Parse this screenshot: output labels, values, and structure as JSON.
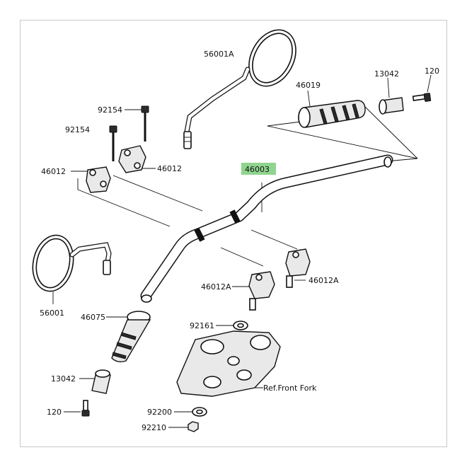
{
  "diagram": {
    "highlight_color": "#8fd48f",
    "callouts": [
      {
        "id": "c-56001A",
        "text": "56001A"
      },
      {
        "id": "c-46019",
        "text": "46019"
      },
      {
        "id": "c-13042-top",
        "text": "13042"
      },
      {
        "id": "c-120-top",
        "text": "120"
      },
      {
        "id": "c-92154-a",
        "text": "92154"
      },
      {
        "id": "c-92154-b",
        "text": "92154"
      },
      {
        "id": "c-46012-left",
        "text": "46012"
      },
      {
        "id": "c-46012-right",
        "text": "46012"
      },
      {
        "id": "c-46003",
        "text": "46003",
        "highlighted": true
      },
      {
        "id": "c-56001",
        "text": "56001"
      },
      {
        "id": "c-46075",
        "text": "46075"
      },
      {
        "id": "c-46012A-left",
        "text": "46012A"
      },
      {
        "id": "c-46012A-right",
        "text": "46012A"
      },
      {
        "id": "c-92161",
        "text": "92161"
      },
      {
        "id": "c-13042-bottom",
        "text": "13042"
      },
      {
        "id": "c-120-bottom",
        "text": "120"
      },
      {
        "id": "c-ref-fork",
        "text": "Ref.Front Fork"
      },
      {
        "id": "c-92200",
        "text": "92200"
      },
      {
        "id": "c-92210",
        "text": "92210"
      }
    ]
  }
}
